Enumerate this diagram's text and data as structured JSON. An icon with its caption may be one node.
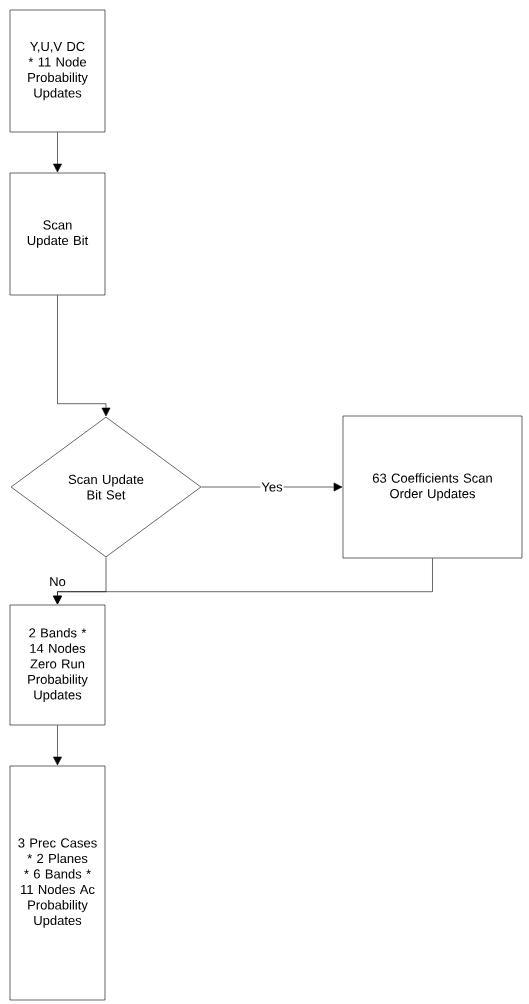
{
  "diagram": {
    "nodes": [
      {
        "text": [
          "Y,U,V DC * 11 Node Probability Updates"
        ]
      },
      {
        "text": [
          "Scan Update Bit"
        ]
      },
      {
        "text": [
          "Scan Update Bit Set"
        ]
      },
      {
        "text": [
          "63 Coefficients Scan Order Updates"
        ]
      },
      {
        "text": [
          "2 Bands * 14 Nodes Zero Run Probability Updates"
        ]
      },
      {
        "text": [
          "3 Prec Cases * 2 Planes * 6 Bands * 11 Nodes Ac Probability Updates"
        ]
      }
    ],
    "edges": [
      {
        "from": 0,
        "to": 1,
        "arrow": "to"
      },
      {
        "from": 1,
        "to": 2,
        "arrow": "to"
      },
      {
        "from": 2,
        "to": 3,
        "arrow": "to",
        "label": "Yes"
      },
      {
        "from": 2,
        "to": 4,
        "arrow": "to",
        "label": "No"
      },
      {
        "from": 3,
        "to": 4,
        "arrow": "to"
      },
      {
        "from": 4,
        "to": 5,
        "arrow": "to"
      }
    ]
  }
}
